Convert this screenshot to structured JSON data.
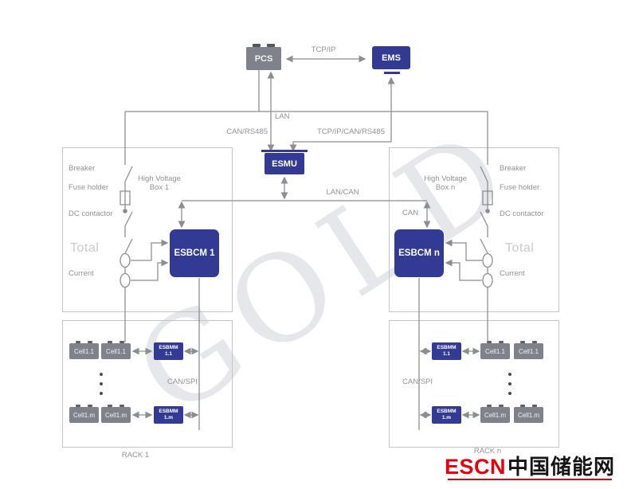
{
  "watermark": "GOLD",
  "colors": {
    "accent_blue": "#323a93",
    "box_gray": "#7f828a",
    "wire_gray": "#8b8e93",
    "label_gray": "#8f9298",
    "logo_red": "#e8000d"
  },
  "top": {
    "pcs": "PCS",
    "ems": "EMS",
    "tcp_ip": "TCP/IP",
    "lan": "LAN",
    "can_rs485": "CAN/RS485",
    "tcp_ip_can_rs485": "TCP/IP/CAN/RS485",
    "esmu": "ESMU",
    "lan_can": "LAN/CAN",
    "can": "CAN"
  },
  "hv_left": {
    "breaker": "Breaker",
    "fuse_holder": "Fuse holder",
    "dc_contactor": "DC contactor",
    "total": "Total",
    "current": "Current",
    "title_line1": "High Voltage",
    "title_line2": "Box 1",
    "controller": "ESBCM 1"
  },
  "hv_right": {
    "breaker": "Breaker",
    "fuse_holder": "Fuse holder",
    "dc_contactor": "DC contactor",
    "total": "Total",
    "current": "Current",
    "title_line1": "High Voltage",
    "title_line2": "Box n",
    "controller": "ESBCM n"
  },
  "rack_left": {
    "label": "RACK 1",
    "bus": "CAN/SPI",
    "row_top": {
      "cell_a": "Cell1.1",
      "cell_b": "Cell1.1",
      "module_line1": "ESBMM",
      "module_line2": "1.1"
    },
    "row_bottom": {
      "cell_a": "Cell1.m",
      "cell_b": "Cell1.m",
      "module_line1": "ESBMM",
      "module_line2": "1.m"
    }
  },
  "rack_right": {
    "label": "RACK n",
    "bus": "CAN/SPI",
    "row_top": {
      "module_line1": "ESBMM",
      "module_line2": "1.1",
      "cell_a": "Cell1.1",
      "cell_b": "Cell1.1"
    },
    "row_bottom": {
      "module_line1": "ESBMM",
      "module_line2": "1.m",
      "cell_a": "Cell1.m",
      "cell_b": "Cell1.m"
    }
  },
  "logo": {
    "latin": "ESCN",
    "chinese": "中国储能网"
  }
}
